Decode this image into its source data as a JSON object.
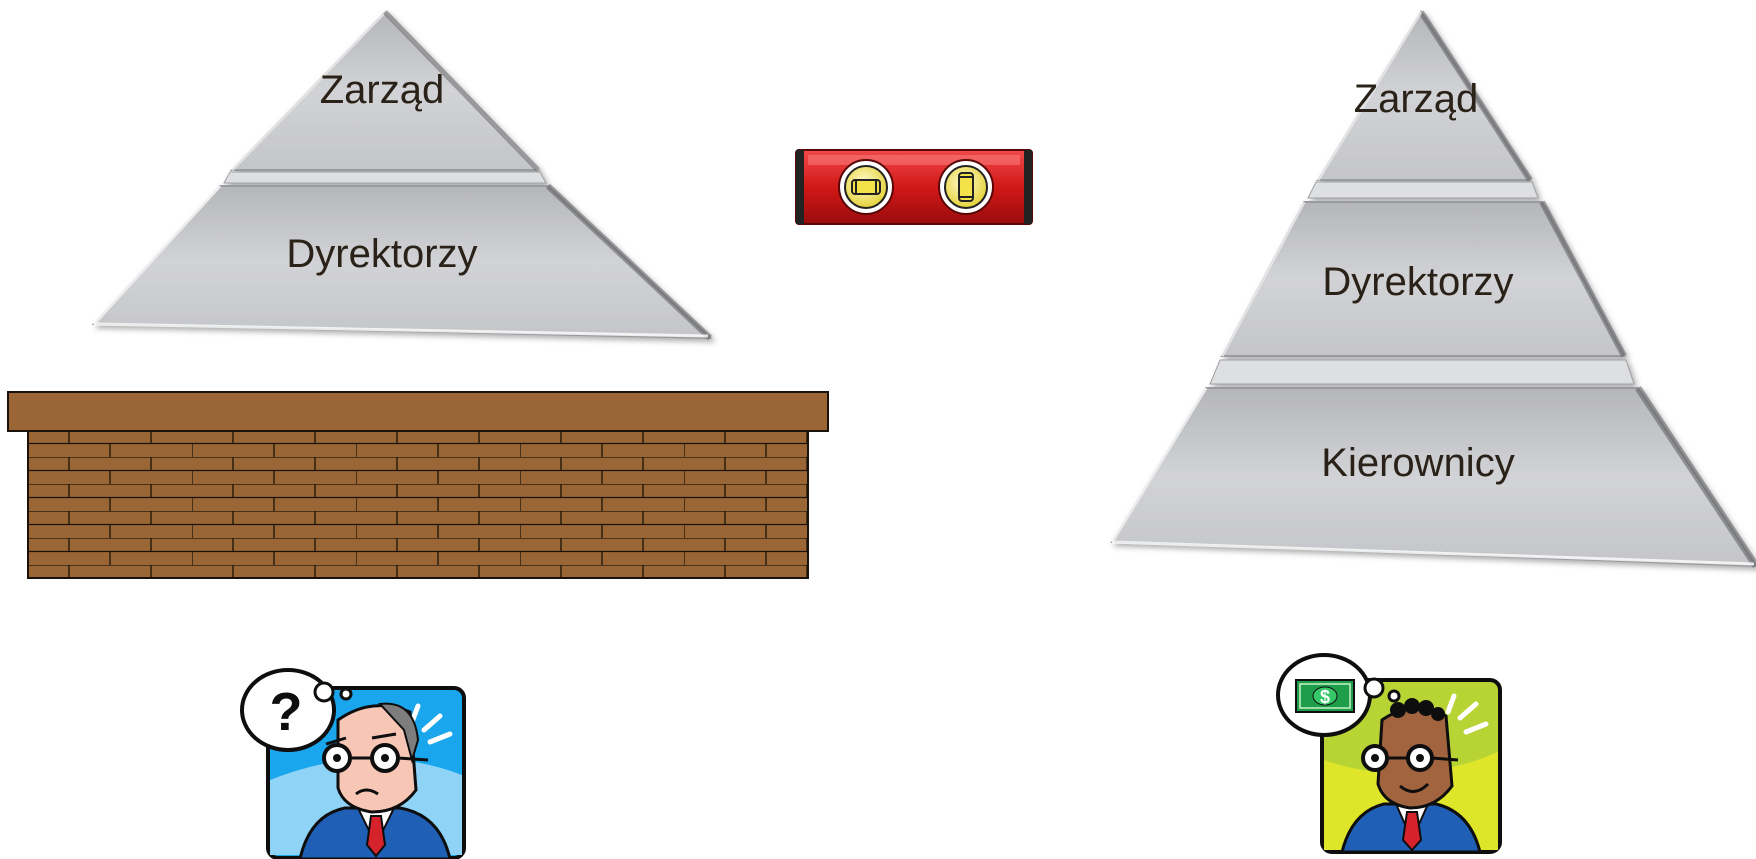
{
  "left_pyramid": {
    "levels": [
      "Zarząd",
      "Dyrektorzy"
    ]
  },
  "right_pyramid": {
    "levels": [
      "Zarząd",
      "Dyrektorzy",
      "Kierownicy"
    ]
  },
  "icons": {
    "spirit_level": "spirit-level-icon",
    "brick_wall": "brick-wall-icon",
    "confused_person": "confused-businessman-icon",
    "happy_person": "happy-businessman-icon",
    "question_mark": "question-mark-icon",
    "dollar_bill": "dollar-bill-icon"
  },
  "colors": {
    "pyramid_fill": "#c9cacd",
    "wall": "#9a6635",
    "spirit_level": "#d41d1d",
    "left_bg": "#19a6ec",
    "right_bg": "#b7d434"
  },
  "thought_symbols": {
    "question": "?",
    "dollar": "$"
  }
}
